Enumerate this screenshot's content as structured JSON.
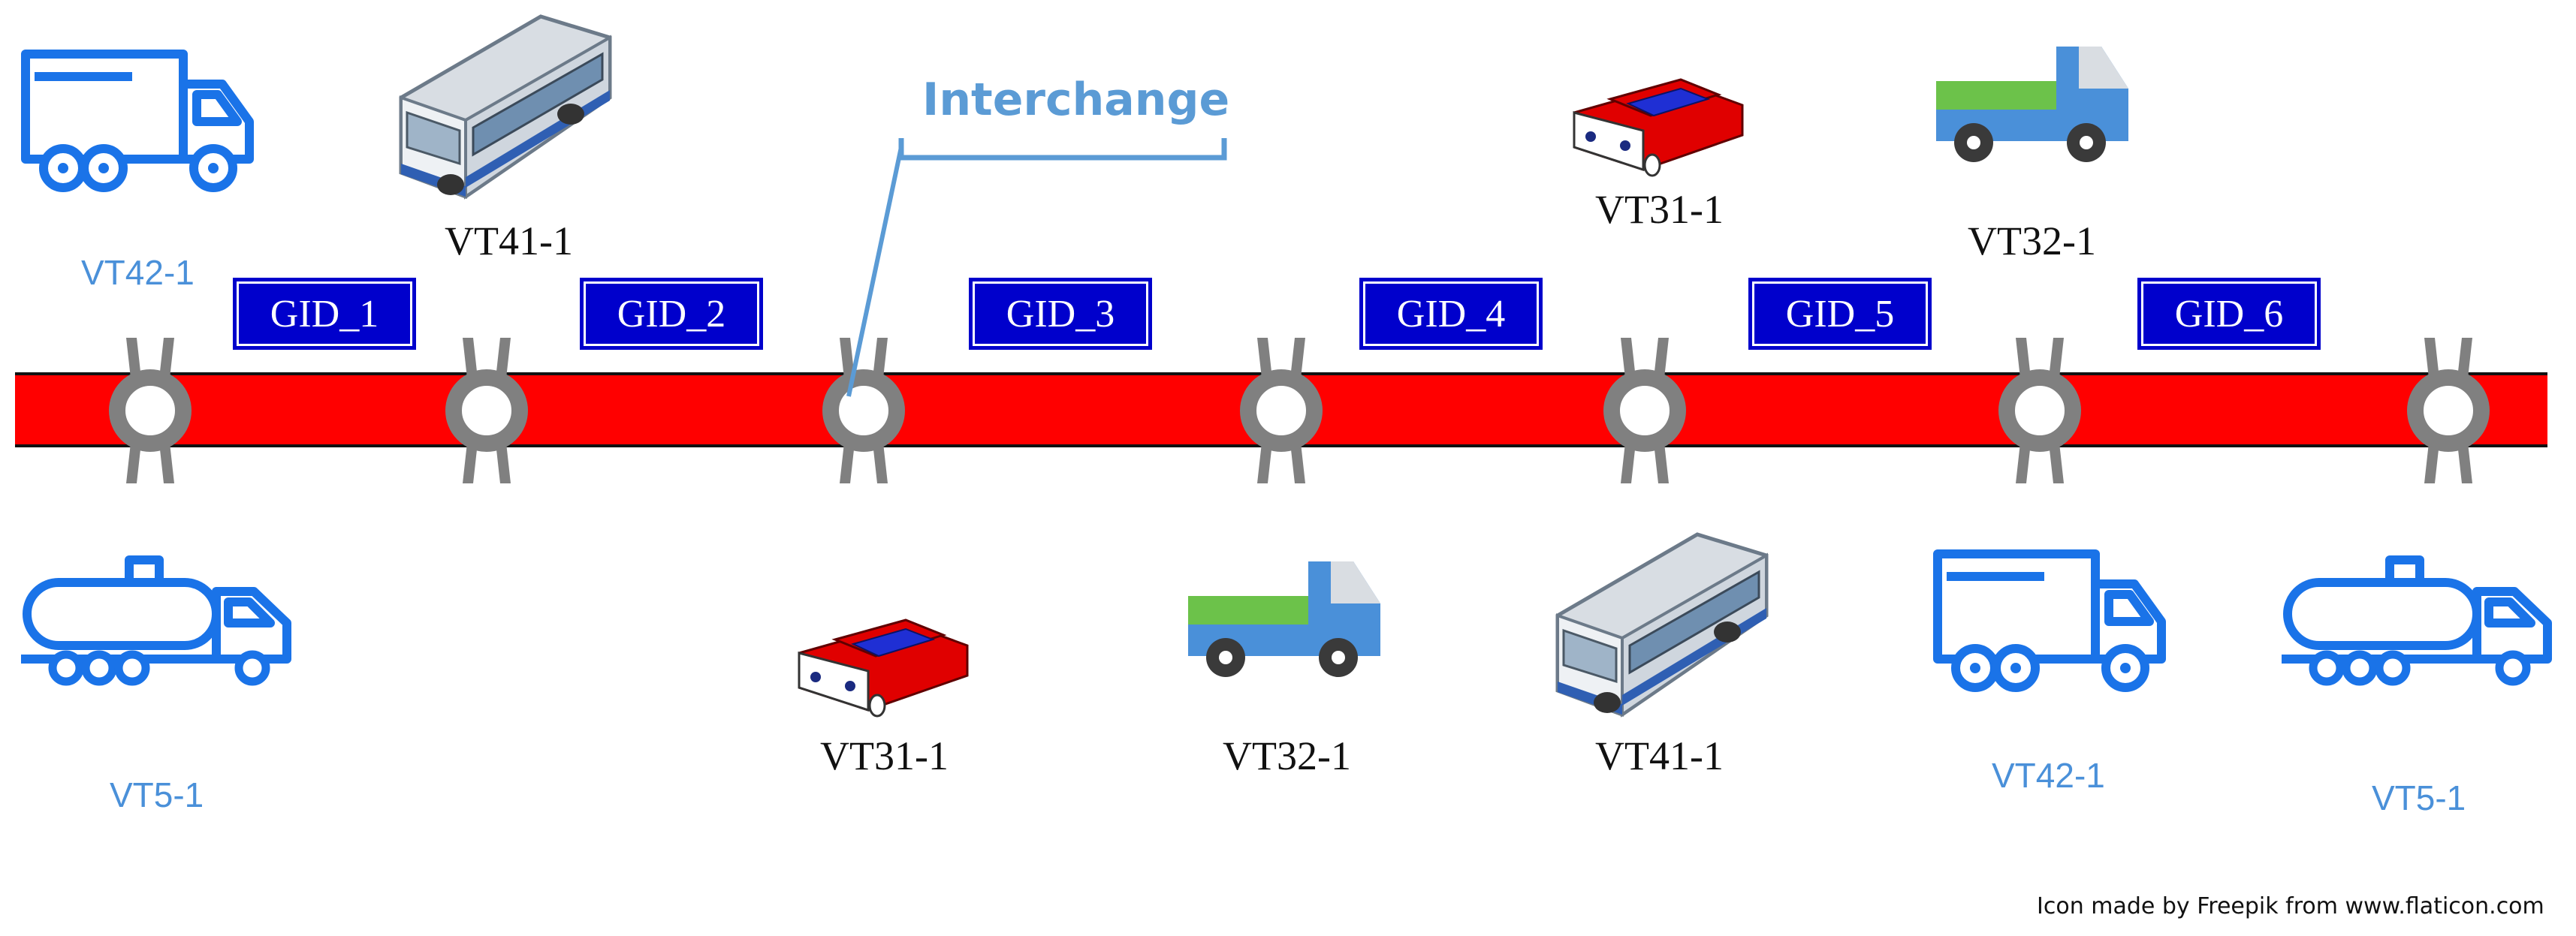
{
  "diagram": {
    "segments": [
      "GID_1",
      "GID_2",
      "GID_3",
      "GID_4",
      "GID_5",
      "GID_6"
    ],
    "interchange_label": "Interchange",
    "credit": "Icon made by Freepik from www.flaticon.com",
    "top_vehicles": [
      {
        "label": "VT42-1",
        "icon": "box-truck-icon"
      },
      {
        "label": "VT41-1",
        "icon": "bus-icon"
      },
      {
        "label": "VT31-1",
        "icon": "car-icon"
      },
      {
        "label": "VT32-1",
        "icon": "pickup-truck-icon"
      }
    ],
    "bottom_vehicles": [
      {
        "label": "VT5-1",
        "icon": "tanker-truck-icon"
      },
      {
        "label": "VT31-1",
        "icon": "car-icon"
      },
      {
        "label": "VT32-1",
        "icon": "pickup-truck-icon"
      },
      {
        "label": "VT41-1",
        "icon": "bus-icon"
      },
      {
        "label": "VT42-1",
        "icon": "box-truck-icon"
      },
      {
        "label": "VT5-1",
        "icon": "tanker-truck-icon"
      }
    ],
    "colors": {
      "road": "#ff0000",
      "segment_box": "#0000cc",
      "interchange": "#808080",
      "icon_blue": "#1a73e8",
      "label_blue": "#4a90d9",
      "callout": "#5b9bd5"
    }
  }
}
